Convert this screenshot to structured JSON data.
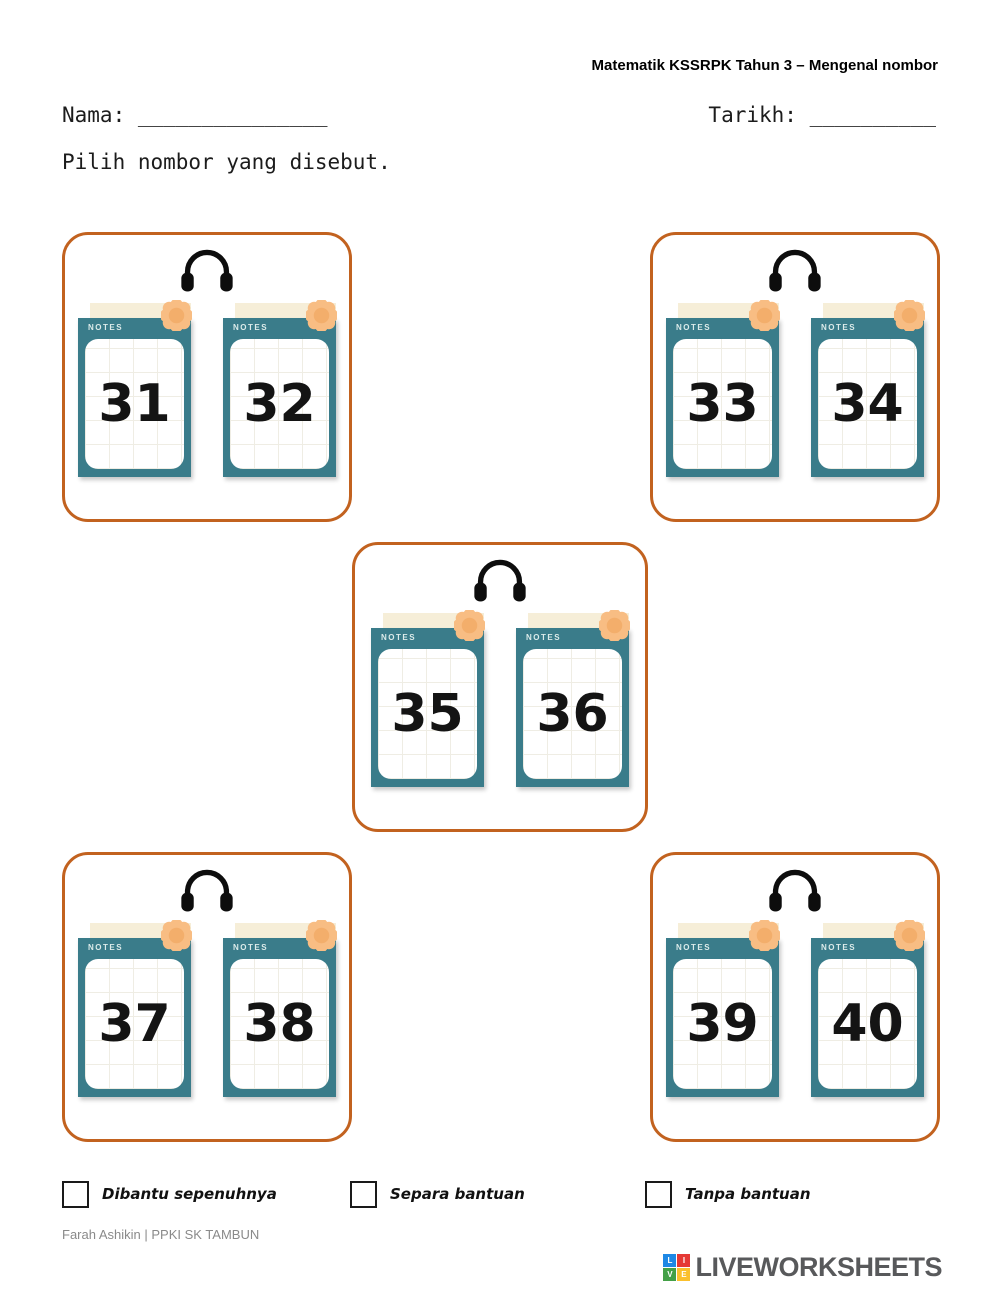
{
  "page": {
    "header_title": "Matematik KSSRPK Tahun 3 – Mengenal nombor",
    "name_line": "Nama: _______________",
    "date_line": "Tarikh: __________",
    "instruction": "Pilih nombor yang disebut."
  },
  "card": {
    "notes_label": "NOTES"
  },
  "questions": [
    {
      "numbers": [
        "31",
        "32"
      ]
    },
    {
      "numbers": [
        "33",
        "34"
      ]
    },
    {
      "numbers": [
        "35",
        "36"
      ]
    },
    {
      "numbers": [
        "37",
        "38"
      ]
    },
    {
      "numbers": [
        "39",
        "40"
      ]
    }
  ],
  "assessment": {
    "options": [
      {
        "label": "Dibantu sepenuhnya"
      },
      {
        "label": "Separa bantuan"
      },
      {
        "label": "Tanpa bantuan"
      }
    ]
  },
  "footer": {
    "author": "Farah Ashikin | PPKI SK TAMBUN",
    "brand": "LIVEWORKSHEETS",
    "logo_letters": [
      "L",
      "I",
      "V",
      "E"
    ]
  },
  "colors": {
    "box_border": "#c2621f",
    "card_teal": "#3a7c8a",
    "card_cream": "#f6eed8",
    "flower": "#f8bd83",
    "number_ink": "#141414"
  }
}
